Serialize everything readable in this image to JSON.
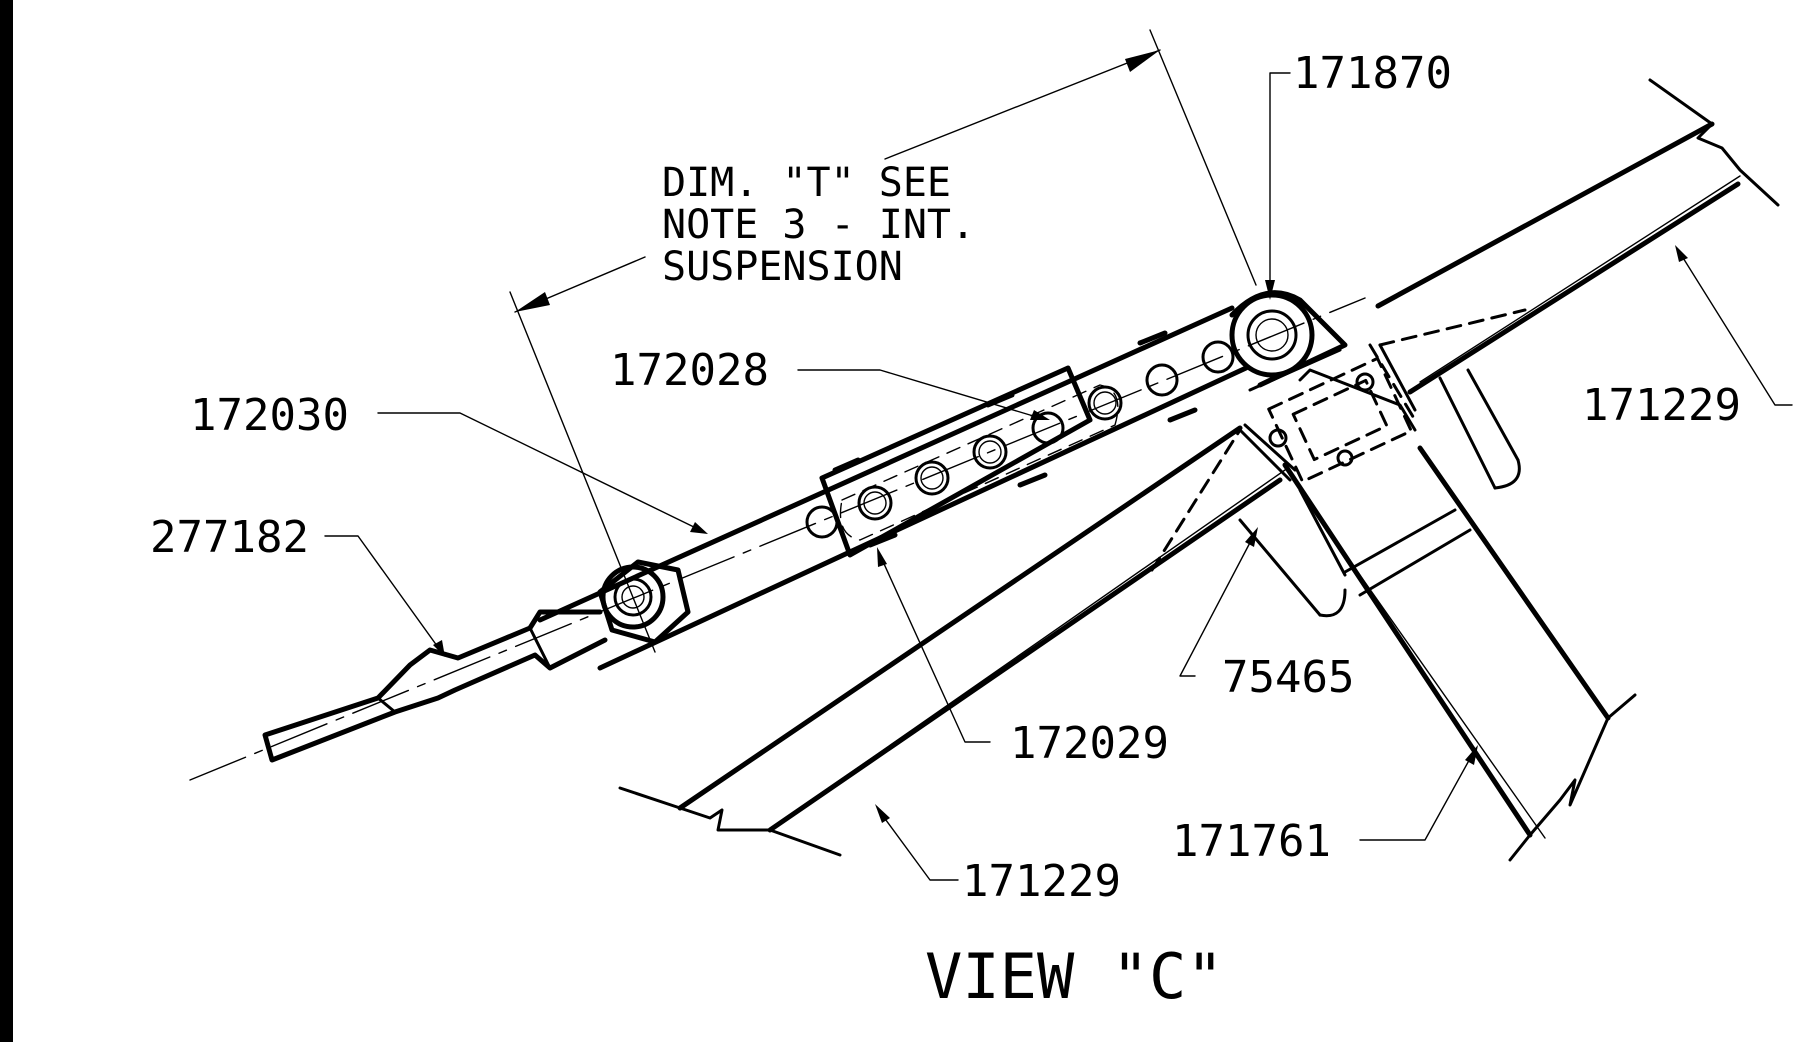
{
  "view_title": "VIEW \"C\"",
  "dimension_note": {
    "line1": "DIM. \"T\" SEE",
    "line2": "NOTE 3 - INT.",
    "line3": "SUSPENSION"
  },
  "callouts": {
    "part_171870": "171870",
    "part_172028": "172028",
    "part_172030": "172030",
    "part_277182": "277182",
    "part_171229_right": "171229",
    "part_75465": "75465",
    "part_172029": "172029",
    "part_171761": "171761",
    "part_171229_bottom": "171229"
  }
}
